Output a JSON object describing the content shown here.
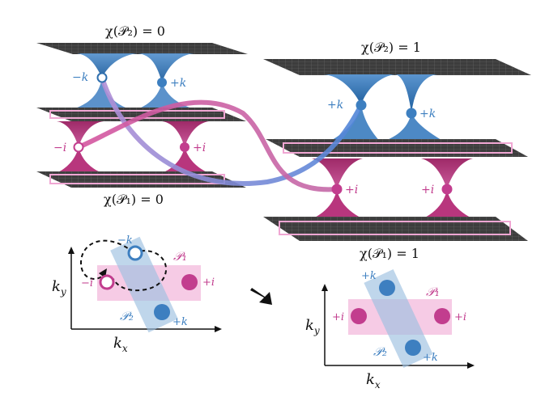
{
  "chi_left_top": "χ(𝒫₂) = 0",
  "chi_left_bottom": "χ(𝒫₁) = 0",
  "chi_right_top": "χ(𝒫₂) = 1",
  "chi_right_bottom": "χ(𝒫₁) = 1",
  "node_labels": {
    "left_minus_k": "−k",
    "left_plus_k": "+k",
    "left_minus_i": "−i",
    "left_plus_i": "+i",
    "right_plus_k_a": "+k",
    "right_plus_k_b": "+k",
    "right_plus_i_a": "+i",
    "right_plus_i_b": "+i"
  },
  "inset_left": {
    "minus_k": "−k",
    "minus_i": "−i",
    "plus_i": "+i",
    "plus_k": "+k",
    "P1": "𝒫₁",
    "P2": "𝒫₂",
    "ky": "k",
    "ky_sub": "y",
    "kx": "k",
    "kx_sub": "x"
  },
  "inset_right": {
    "plus_k_top": "+k",
    "plus_k_bottom": "+k",
    "plus_i_left": "+i",
    "plus_i_right": "+i",
    "P1": "𝒫₁",
    "P2": "𝒫₂",
    "ky": "k",
    "ky_sub": "y",
    "kx": "k",
    "kx_sub": "x"
  },
  "colors": {
    "blue": "#3d7fc0",
    "blue_light": "#8fb6e6",
    "magenta": "#c23d8e",
    "magenta_light": "#f3b9dc",
    "grid": "#555555",
    "sheet_dark": "#3a3a3a"
  }
}
